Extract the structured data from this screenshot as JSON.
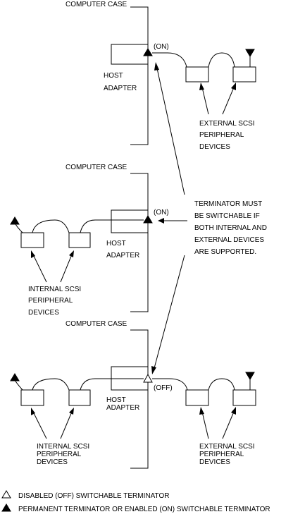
{
  "diagrams": [
    {
      "case_label": "COMPUTER CASE",
      "host_adapter": [
        "HOST",
        "ADAPTER"
      ],
      "terminator_state": "(ON)",
      "external_devices": [
        "EXTERNAL SCSI",
        "PERIPHERAL",
        "DEVICES"
      ]
    },
    {
      "case_label": "COMPUTER CASE",
      "host_adapter": [
        "HOST",
        "ADAPTER"
      ],
      "terminator_state": "(ON)",
      "internal_devices": [
        "INTERNAL SCSI",
        "PERIPHERAL",
        "DEVICES"
      ]
    },
    {
      "case_label": "COMPUTER CASE",
      "host_adapter": [
        "HOST",
        "ADAPTER"
      ],
      "terminator_state": "(OFF)",
      "internal_devices": [
        "INTERNAL SCSI",
        "PERIPHERAL",
        "DEVICES"
      ],
      "external_devices": [
        "EXTERNAL SCSI",
        "PERIPHERAL",
        "DEVICES"
      ]
    }
  ],
  "note": [
    "TERMINATOR MUST",
    "BE SWITCHABLE IF",
    "BOTH INTERNAL AND",
    "EXTERNAL DEVICES",
    "ARE SUPPORTED."
  ],
  "legend": {
    "disabled": "DISABLED (OFF) SWITCHABLE TERMINATOR",
    "permanent": "PERMANENT TERMINATOR OR ENABLED (ON) SWITCHABLE TERMINATOR"
  }
}
